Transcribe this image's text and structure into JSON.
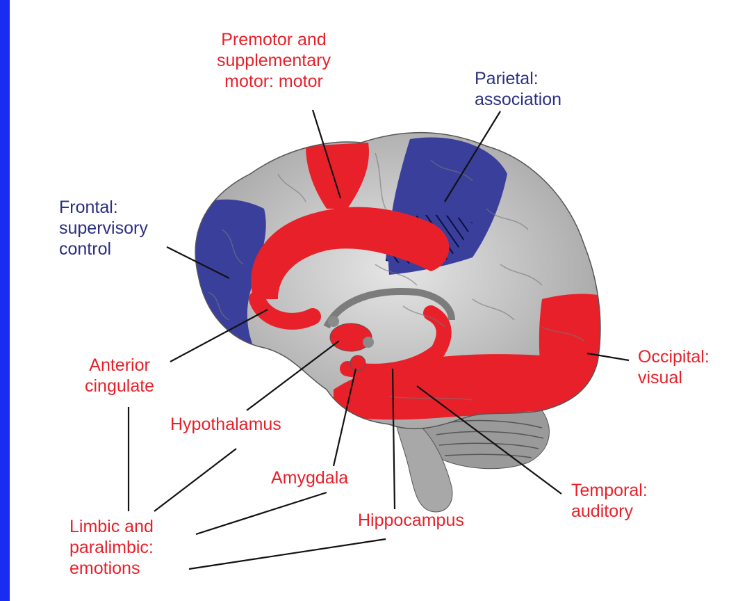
{
  "colors": {
    "left_bar": "#1a2cf2",
    "limbic_red": "#e8202a",
    "association_blue": "#2b2f80",
    "region_blue": "#3a3f9c",
    "cortex_gray": "#c9c9c9",
    "cortex_dark": "#8e8e8e",
    "leader_line": "#111111"
  },
  "labels": {
    "premotor": [
      "Premotor and",
      "supplementary",
      "motor: motor"
    ],
    "parietal": [
      "Parietal:",
      "association"
    ],
    "frontal": [
      "Frontal:",
      "supervisory",
      "control"
    ],
    "anterior_cingulate": [
      "Anterior",
      "cingulate"
    ],
    "hypothalamus": [
      "Hypothalamus"
    ],
    "amygdala": [
      "Amygdala"
    ],
    "hippocampus": [
      "Hippocampus"
    ],
    "limbic": [
      "Limbic and",
      "paralimbic:",
      "emotions"
    ],
    "occipital": [
      "Occipital:",
      "visual"
    ],
    "temporal": [
      "Temporal:",
      "auditory"
    ]
  }
}
